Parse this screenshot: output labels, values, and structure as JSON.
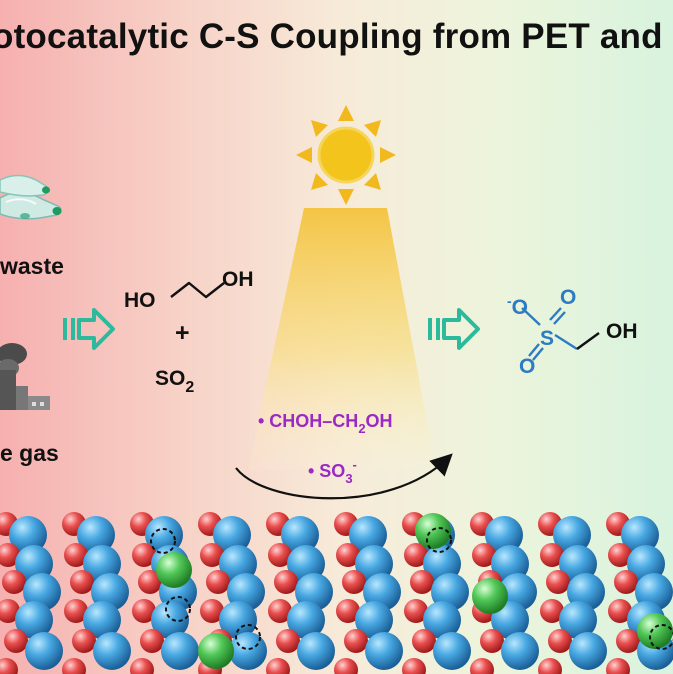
{
  "title": "otocatalytic C-S Coupling from PET and S",
  "left_labels": {
    "waste": "waste",
    "gas": "e gas"
  },
  "reactants": {
    "ho": "HO",
    "oh": "OH",
    "plus": "+",
    "so2_main": "SO",
    "so2_sub": "2"
  },
  "radicals": {
    "r1_main": "• CHOH–CH",
    "r1_sub": "2",
    "r1_tail": "OH",
    "r2_main": "• SO",
    "r2_sub": "3",
    "r2_sup": "-"
  },
  "product": {
    "o_minus": "-",
    "o1": "O",
    "o2": "O",
    "s": "S",
    "o3": "O",
    "oh": "OH"
  },
  "icons": {
    "sun": "sun-icon",
    "bottles": "plastic-bottles-icon",
    "factory": "factory-smoke-icon",
    "arrow1": "hollow-arrow-icon",
    "arrow2": "hollow-arrow-icon",
    "curve_arrow": "curved-arrow-icon"
  },
  "colors": {
    "bg_left": "#f6b0b0",
    "bg_mid": "#f7ead8",
    "bg_right": "#d8f3de",
    "sun": "#f3c41b",
    "beam": "#f7d25a",
    "chem_blue": "#2d7bc2",
    "radical_purple": "#9b29c3",
    "atom_blue": "#3d9fdd",
    "atom_red": "#e24b4b",
    "atom_green": "#49c44d"
  }
}
